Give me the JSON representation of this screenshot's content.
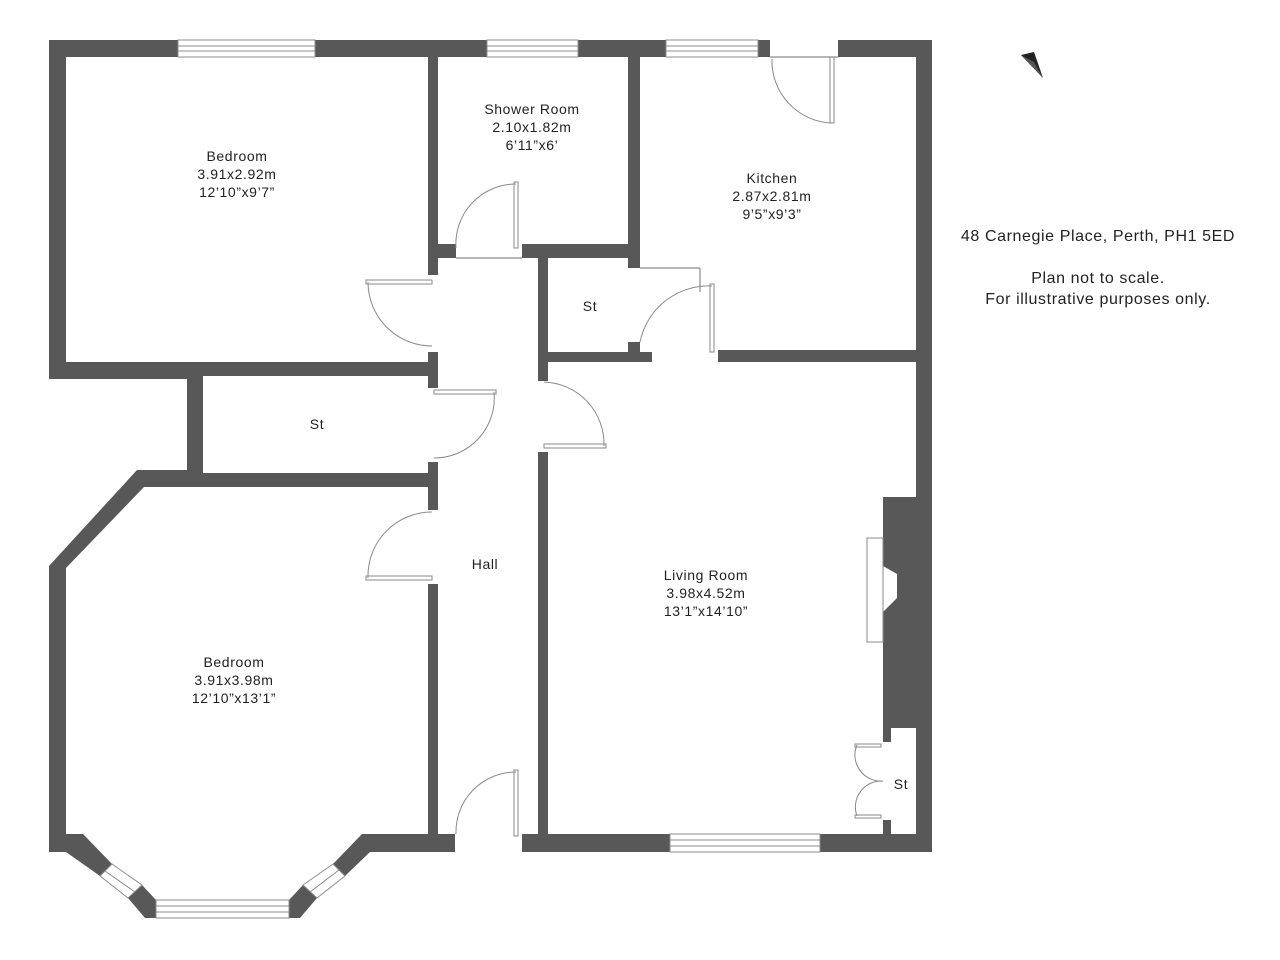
{
  "address": "48 Carnegie Place, Perth, PH1 5ED",
  "disclaimer": [
    "Plan not to scale.",
    "For illustrative purposes only."
  ],
  "compass": {
    "icon": "north-arrow-icon"
  },
  "colors": {
    "wall": "#585858",
    "fixture": "#8a8a8a",
    "text": "#222222",
    "background": "#ffffff"
  },
  "rooms": {
    "bedroom_1": {
      "name": "Bedroom",
      "metric": "3.91x2.92m",
      "imperial": "12’10”x9’7”"
    },
    "shower_room": {
      "name": "Shower Room",
      "metric": "2.10x1.82m",
      "imperial": "6’11”x6’"
    },
    "kitchen": {
      "name": "Kitchen",
      "metric": "2.87x2.81m",
      "imperial": "9’5”x9’3”"
    },
    "store_kitchen": {
      "name": "St"
    },
    "store_hall": {
      "name": "St"
    },
    "hall": {
      "name": "Hall"
    },
    "living_room": {
      "name": "Living Room",
      "metric": "3.98x4.52m",
      "imperial": "13’1”x14’10”"
    },
    "bedroom_2": {
      "name": "Bedroom",
      "metric": "3.91x3.98m",
      "imperial": "12’10”x13’1”"
    },
    "store_living": {
      "name": "St"
    }
  }
}
